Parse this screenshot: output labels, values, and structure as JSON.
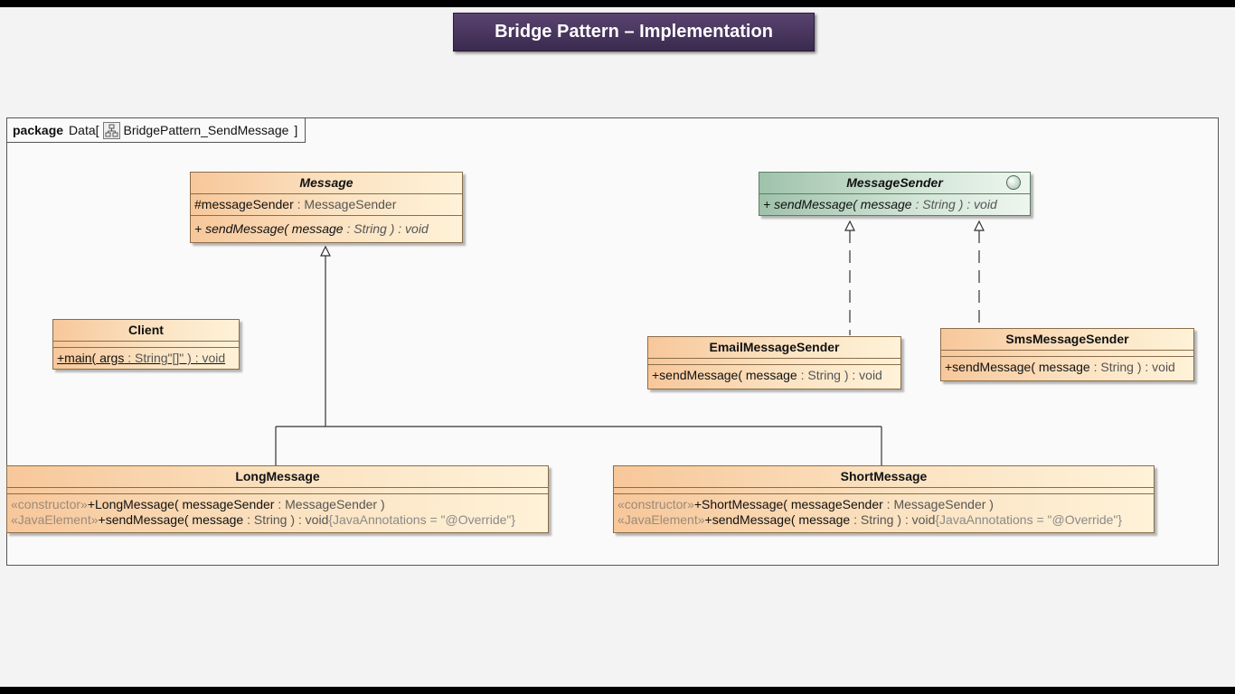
{
  "title": "Bridge Pattern – Implementation",
  "package": {
    "keyword": "package",
    "name": "Data",
    "open_bracket": "[",
    "diagram": "BridgePattern_SendMessage",
    "close_bracket": "]",
    "icon": "class-diagram-icon"
  },
  "classes": {
    "message": {
      "name": "Message",
      "attr_name": "#messageSender",
      "attr_type": " : MessageSender",
      "op_text": "+ sendMessage( message",
      "op_type": " : String )  : void"
    },
    "message_sender": {
      "name": "MessageSender",
      "op_text": "+ sendMessage( message",
      "op_type": "  : String )  : void"
    },
    "client": {
      "name": "Client",
      "op_main": "+main(",
      "op_args": "args",
      "op_rest": " : String\"[]\" ) : void"
    },
    "email_sender": {
      "name": "EmailMessageSender",
      "op_text": "+sendMessage( message",
      "op_type": " : String ) : void"
    },
    "sms_sender": {
      "name": "SmsMessageSender",
      "op_text": "+sendMessage( message",
      "op_type": " : String ) : void"
    },
    "long_message": {
      "name": "LongMessage",
      "ctor_stereo": "«constructor»",
      "ctor_text": "+LongMessage( messageSender",
      "ctor_type": " : MessageSender )",
      "op_stereo": "«JavaElement»",
      "op_text": "+sendMessage( message",
      "op_type": " : String ) : void",
      "op_ann": "{JavaAnnotations = \"@Override\"}"
    },
    "short_message": {
      "name": "ShortMessage",
      "ctor_stereo": "«constructor»",
      "ctor_text": "+ShortMessage( messageSender",
      "ctor_type": " : MessageSender )",
      "op_stereo": "«JavaElement»",
      "op_text": "+sendMessage( message",
      "op_type": " : String ) : void",
      "op_ann": "{JavaAnnotations = \"@Override\"}"
    }
  },
  "colors": {
    "class_fill": "#f7c79a",
    "interface_fill": "#9fc2ab",
    "banner": "#4a3760"
  }
}
